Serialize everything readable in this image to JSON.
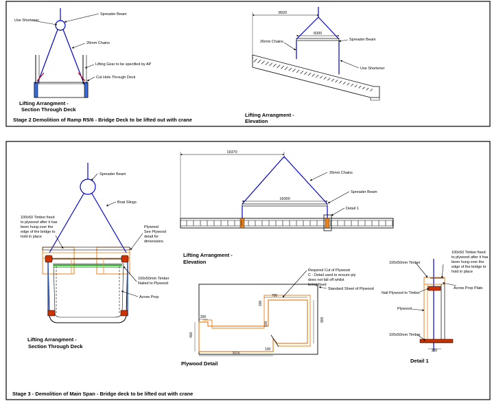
{
  "stage2": {
    "title": "Stage 2 Demolition of Ramp R5/6 - Bridge Deck to be lifted out with crane",
    "section": {
      "caption_line1": "Lifting Arrangment -",
      "caption_line2": "Section Through Deck",
      "callouts": {
        "use_shortener": "Use Shortener",
        "spreader_beam": "Spreader Beam",
        "chains": "26mm Chains",
        "lifting_gear": "Lifting Gear to be specified by AP",
        "cut_hole": "Cut Hole Through Deck"
      }
    },
    "elevation": {
      "caption_line1": "Lifting Arrangment -",
      "caption_line2": "Elevation",
      "dim_overall": "8920",
      "dim_spreader": "6000",
      "callouts": {
        "chains": "26mm Chains",
        "spreader_beam": "Spreader Beam",
        "use_shortener": "Use Shortener"
      }
    }
  },
  "stage3": {
    "title": "Stage 3 - Demolition of Main Span - Bridge deck to be lifted out with crane",
    "section": {
      "caption_line1": "Lifting Arrangment -",
      "caption_line2": "Section Through Deck",
      "callouts": {
        "spreader_beam": "Spreader Beam",
        "boat_slings": "Boat Slings",
        "timber_fixed": [
          "100x50 Timber fixed",
          "to plywood after it has",
          "been hung over the",
          "edge of the bridge to",
          "hold in place"
        ],
        "plywood": [
          "Plywood",
          "See Plywood",
          "detail for",
          "dimensions"
        ],
        "timber_nailed": [
          "100x50mm Timber",
          "Nailed to Plywood"
        ],
        "acrow_prop": "Acrow Prop"
      }
    },
    "elevation": {
      "caption_line1": "Lifting Arrangment -",
      "caption_line2": "Elevation",
      "dim_overall": "19370",
      "dim_spreader": "16000",
      "callouts": {
        "chains": "26mm Chains",
        "spreader_beam": "Spreader Beam",
        "detail1": "Detail 1"
      }
    },
    "plywood_detail": {
      "caption": "Plywood Detail",
      "note_cut": [
        "Required Cut of Plywood",
        "C - Detail used to ensure ply",
        "does not fall off whilst",
        "being fixed"
      ],
      "note_sheet": "Standard Sheet of Plywood",
      "dims": {
        "d700": "700",
        "d200a": "200",
        "d900": "900",
        "d200b": "200",
        "d400": "400",
        "d100": "100",
        "d100b": "100",
        "d2015": "2015"
      }
    },
    "detail1": {
      "caption": "Detail 1",
      "timber_top": "100x50mm Timber",
      "timber_fixed": [
        "100x50 Timber fixed",
        "to plywood after it has",
        "been hung over the",
        "edge of the bridge to",
        "hold in place"
      ],
      "nail": "Nail Plywood to Timber",
      "acrow_plate": "Acrow Prop Plate",
      "plywood": "Plywood",
      "timber_bottom": "100x50mm Timber",
      "dim": "200"
    }
  }
}
